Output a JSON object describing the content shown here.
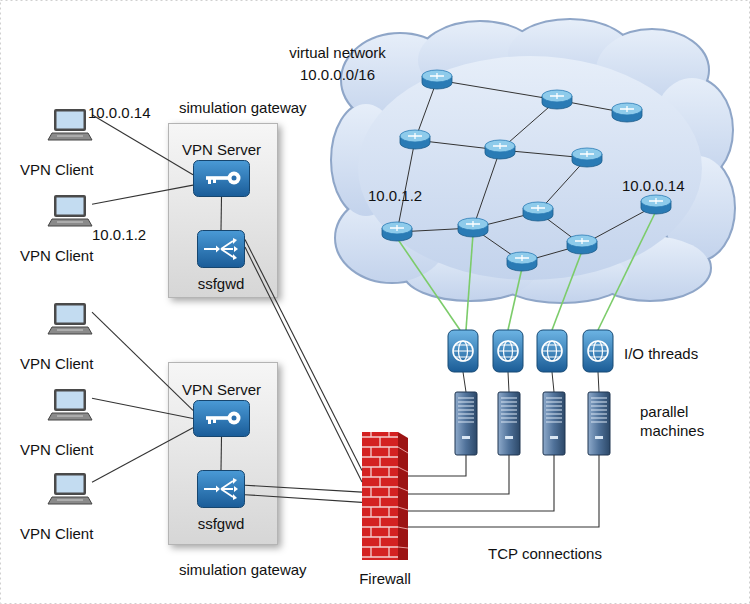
{
  "diagram": {
    "nodes": [
      {
        "text": [
          "simulation gateway"
        ]
      },
      {
        "text": [
          "VPN Server"
        ],
        "in": 0
      },
      {
        "text": [
          "ssfgwd"
        ],
        "in": 0
      },
      {
        "text": [
          "simulation gateway"
        ]
      },
      {
        "text": [
          "VPN Server"
        ],
        "in": 3
      },
      {
        "text": [
          "ssfgwd"
        ],
        "in": 3
      },
      {
        "text": [
          "VPN Client"
        ]
      },
      {
        "text": [
          "VPN Client"
        ]
      },
      {
        "text": [
          "VPN Client"
        ]
      },
      {
        "text": [
          "VPN Client"
        ]
      },
      {
        "text": [
          "VPN Client"
        ]
      },
      {
        "text": [
          "Firewall"
        ]
      },
      {
        "text": [
          "virtual network 10.0.0.0/16"
        ]
      }
    ],
    "edges": [
      {
        "from": 6,
        "to": 1,
        "label": "10.0.0.14",
        "arrow": "none"
      },
      {
        "from": 7,
        "to": 1,
        "label": "10.0.1.2",
        "arrow": "none"
      },
      {
        "from": 8,
        "to": 4,
        "arrow": "none"
      },
      {
        "from": 9,
        "to": 4,
        "arrow": "none"
      },
      {
        "from": 10,
        "to": 4,
        "arrow": "none"
      },
      {
        "from": 1,
        "to": 2,
        "arrow": "none"
      },
      {
        "from": 4,
        "to": 5,
        "arrow": "none"
      },
      {
        "from": 2,
        "to": 11,
        "arrow": "none"
      },
      {
        "from": 2,
        "to": 11,
        "arrow": "none"
      },
      {
        "from": 5,
        "to": 11,
        "arrow": "none"
      },
      {
        "from": 5,
        "to": 11,
        "arrow": "none"
      }
    ],
    "labels": [
      "10.0.1.2",
      "10.0.0.14",
      "I/O threads",
      "parallel machines",
      "TCP connections"
    ]
  }
}
